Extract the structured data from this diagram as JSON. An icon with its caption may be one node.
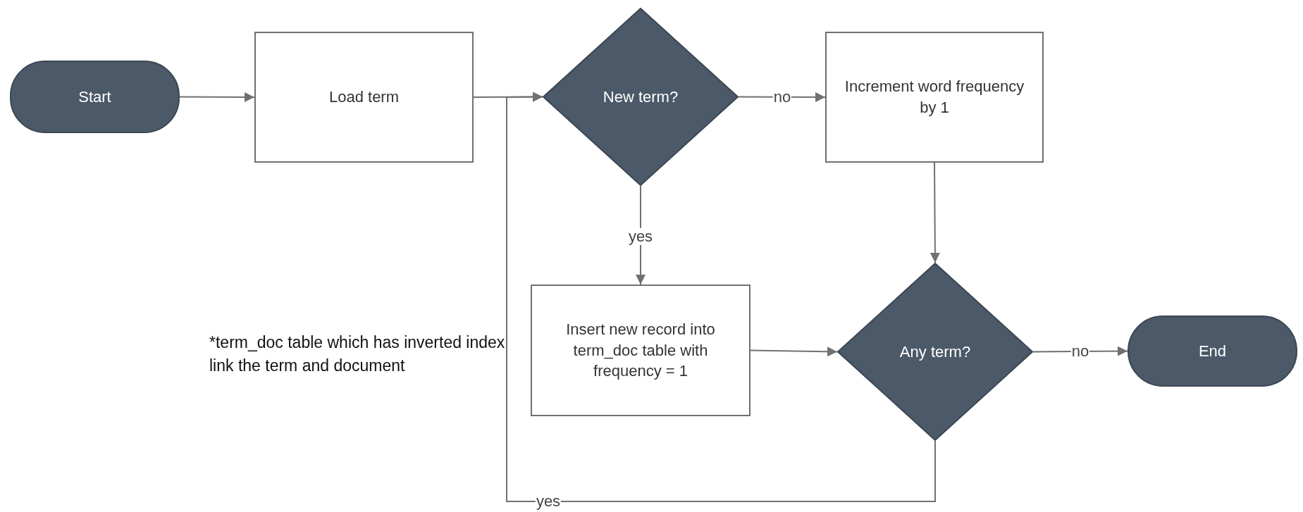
{
  "diagram": {
    "nodes": [
      {
        "text": [
          "Start"
        ]
      },
      {
        "text": [
          "Load term"
        ]
      },
      {
        "text": [
          "New term?"
        ]
      },
      {
        "text": [
          "Increment word frequency by 1"
        ]
      },
      {
        "text": [
          "Insert new record into term_doc table with frequency = 1"
        ]
      },
      {
        "text": [
          "Any term?"
        ]
      },
      {
        "text": [
          "End"
        ]
      }
    ],
    "edges": [
      {
        "from": 0,
        "to": 1,
        "arrow": "to"
      },
      {
        "from": 1,
        "to": 2,
        "arrow": "to"
      },
      {
        "from": 2,
        "to": 3,
        "arrow": "to",
        "label": "no"
      },
      {
        "from": 2,
        "to": 4,
        "arrow": "to",
        "label": "yes"
      },
      {
        "from": 3,
        "to": 5,
        "arrow": "to"
      },
      {
        "from": 4,
        "to": 5,
        "arrow": "to"
      },
      {
        "from": 5,
        "to": 6,
        "arrow": "to",
        "label": "no"
      },
      {
        "from": 5,
        "to": 2,
        "arrow": "to",
        "label": "yes"
      }
    ],
    "labels": [
      "*term_doc table which has inverted index link the term and document"
    ]
  }
}
